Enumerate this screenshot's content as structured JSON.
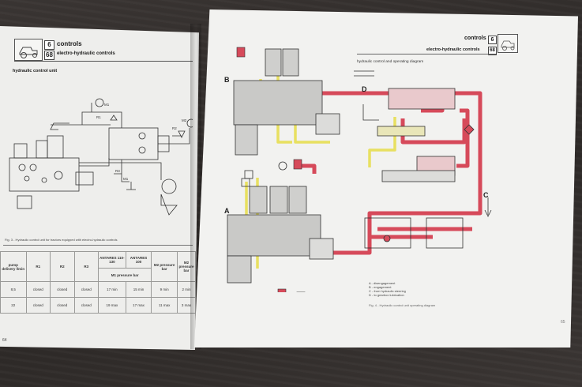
{
  "left_page": {
    "header": {
      "chapter_number": "6",
      "chapter_title": "controls",
      "section_number": "68",
      "section_title": "electro-hydraulic controls"
    },
    "figure_title": "hydraulic control unit",
    "diagram_labels": {
      "m1": "M1",
      "m2": "M2",
      "r1": "R1",
      "r2": "R2",
      "r3": "R3"
    },
    "figure_caption": "Fig. 3 - Hydraulic control unit for tractors equipped with electro-hydraulic controls",
    "page_number": "64",
    "table": {
      "headers": [
        "pump delivery l/min",
        "R1",
        "R2",
        "R3",
        "ANTARES 110-130",
        "ANTARES 100",
        "M2 pressure bar",
        "M2 pressure bar"
      ],
      "subheader": "M1 pressure bar",
      "rows": [
        [
          "8,5",
          "closed",
          "closed",
          "closed",
          "17 min",
          "15 min",
          "9 min",
          "2 min"
        ],
        [
          "22",
          "closed",
          "closed",
          "closed",
          "19 max",
          "17 max",
          "11 max",
          "3 max"
        ]
      ]
    }
  },
  "right_page": {
    "header": {
      "chapter_title": "controls",
      "chapter_number": "6",
      "section_title": "electro-hydraulic controls",
      "section_number": "68"
    },
    "figure_title": "hydraulic control and operating diagram",
    "diagram_labels": {
      "b": "B",
      "a": "A",
      "c": "C",
      "d": "D"
    },
    "legend": [
      "A - disengagement",
      "B - engagement",
      "C - from hydraulic steering",
      "D - to gearbox lubrication"
    ],
    "figure_caption": "Fig. 4 - Hydraulic control unit operating diagram",
    "page_number": "65"
  },
  "colors": {
    "pressure_red": "#d64a5a",
    "return_yellow": "#e8e060",
    "page": "#f2f2f0"
  }
}
